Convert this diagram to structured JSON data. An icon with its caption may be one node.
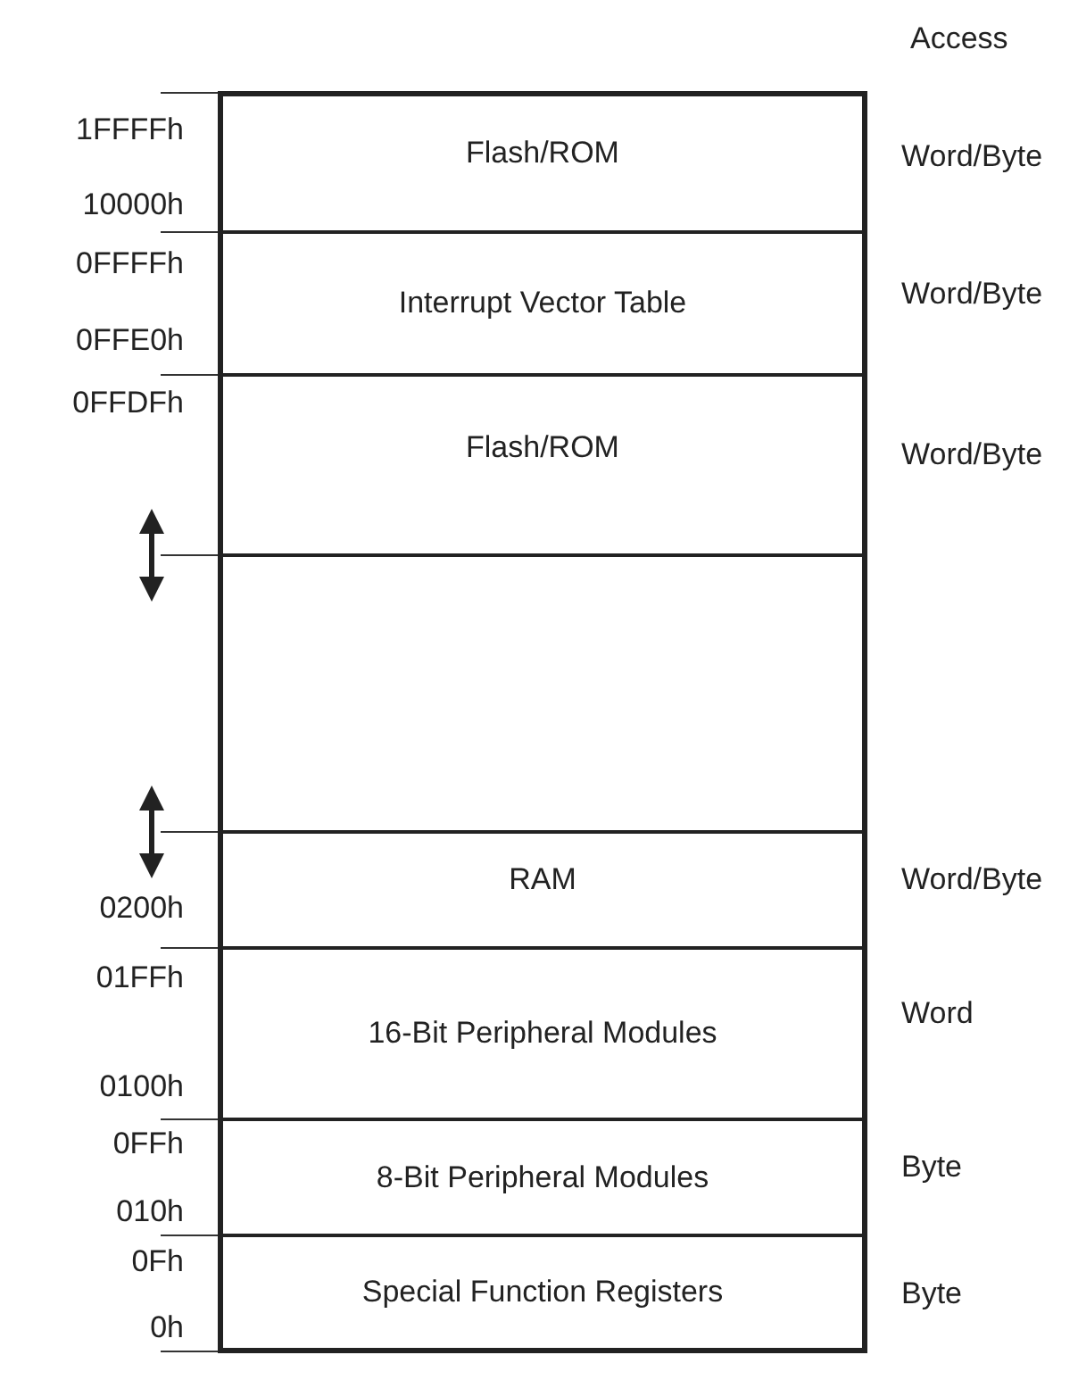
{
  "diagram": {
    "nodes": [
      {
        "text": [
          "Flash/ROM"
        ],
        "beside": [
          "1FFFFh",
          "Word/Byte",
          "10000h"
        ]
      },
      {
        "text": [
          "Interrupt Vector Table"
        ],
        "beside": [
          "0FFFFh",
          "Word/Byte",
          "0FFE0h"
        ]
      },
      {
        "text": [
          "Flash/ROM"
        ],
        "beside": [
          "0FFDFh",
          "Word/Byte"
        ]
      },
      {
        "text": [],
        "shape": "box"
      },
      {
        "text": [
          "RAM"
        ],
        "beside": [
          "Word/Byte",
          "0200h"
        ]
      },
      {
        "text": [
          "16-Bit Peripheral Modules"
        ],
        "beside": [
          "01FFh",
          "Word",
          "0100h"
        ]
      },
      {
        "text": [
          "8-Bit Peripheral Modules"
        ],
        "beside": [
          "0FFh",
          "Byte",
          "010h"
        ]
      },
      {
        "text": [
          "Special Function Registers"
        ],
        "beside": [
          "0Fh",
          "Byte",
          "0h"
        ]
      }
    ],
    "edges": [],
    "labels": [
      "Access"
    ]
  }
}
